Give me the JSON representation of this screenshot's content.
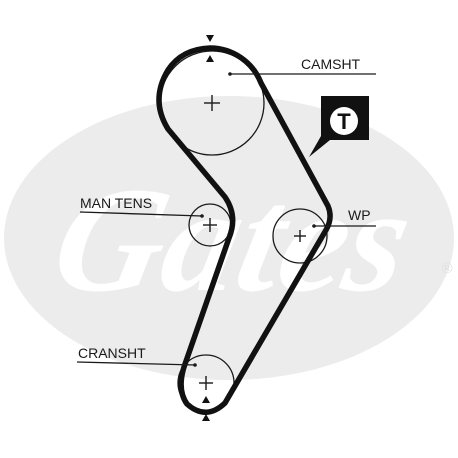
{
  "colors": {
    "watermark": "#ececec",
    "belt": "#111111",
    "line": "#1a1a1a",
    "background": "#ffffff",
    "tool_badge_bg": "#111111",
    "tool_badge_fg": "#ffffff"
  },
  "watermark": {
    "brand": "Gates",
    "registered_mark": "®"
  },
  "labels": {
    "camshaft": "CAMSHT",
    "manual_tensioner": "MAN TENS",
    "water_pump": "WP",
    "crankshaft": "CRANSHT"
  },
  "tool_badge": {
    "letter": "T",
    "icon": "timing-tool-icon"
  },
  "markers": {
    "top": "timing-mark-top-icon",
    "bottom": "timing-mark-bottom-icon"
  }
}
